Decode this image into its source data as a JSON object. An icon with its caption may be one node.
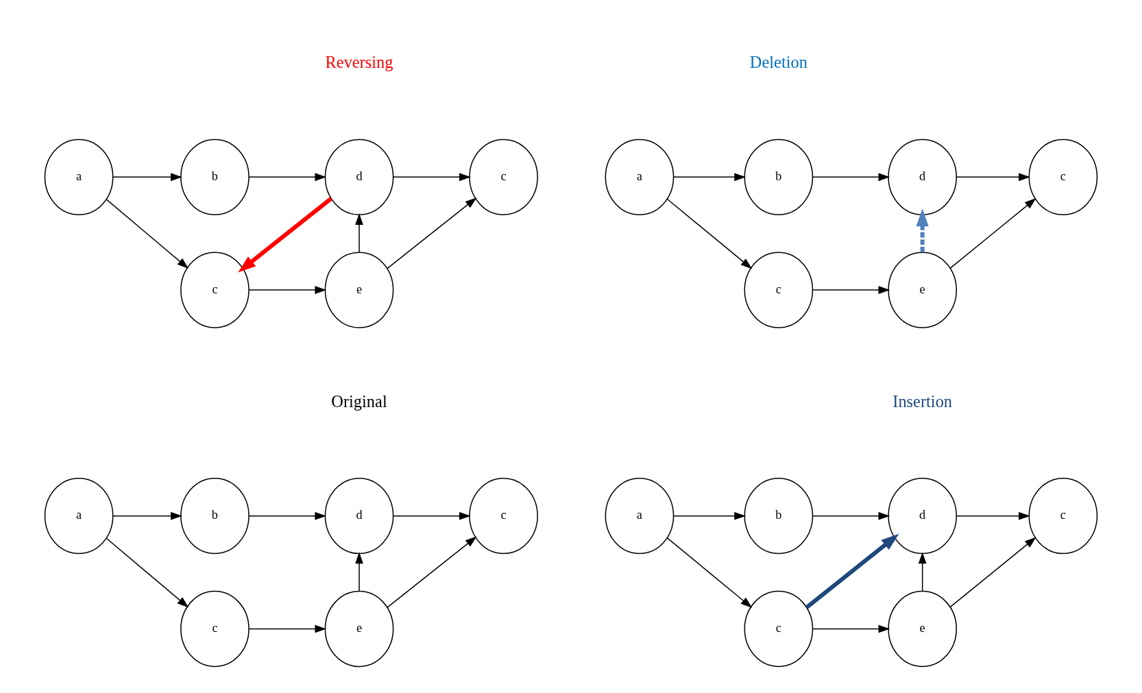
{
  "diagram": {
    "nodes": [
      {
        "text": [
          "b"
        ]
      },
      {
        "text": [
          "d"
        ]
      },
      {
        "text": [
          "a"
        ]
      },
      {
        "text": [
          "c"
        ]
      },
      {
        "text": [
          "c"
        ]
      },
      {
        "text": [
          "e"
        ]
      },
      {
        "text": [
          "b"
        ]
      },
      {
        "text": [
          "d"
        ]
      },
      {
        "text": [
          "a"
        ]
      },
      {
        "text": [
          "c"
        ]
      },
      {
        "text": [
          "c"
        ]
      },
      {
        "text": [
          "e"
        ]
      },
      {
        "text": [
          "b"
        ]
      },
      {
        "text": [
          "d"
        ]
      },
      {
        "text": [
          "a"
        ]
      },
      {
        "text": [
          "c"
        ]
      },
      {
        "text": [
          "c"
        ]
      },
      {
        "text": [
          "e"
        ]
      },
      {
        "text": [
          "b"
        ]
      },
      {
        "text": [
          "d"
        ]
      },
      {
        "text": [
          "a"
        ]
      },
      {
        "text": [
          "c"
        ]
      },
      {
        "text": [
          "c"
        ]
      },
      {
        "text": [
          "e"
        ]
      }
    ],
    "edges": [
      {
        "from": 2,
        "to": 0,
        "arrow": "to"
      },
      {
        "from": 0,
        "to": 1,
        "arrow": "to"
      },
      {
        "from": 1,
        "to": 3,
        "arrow": "to"
      },
      {
        "from": 2,
        "to": 4,
        "arrow": "to"
      },
      {
        "from": 4,
        "to": 5,
        "arrow": "to"
      },
      {
        "from": 5,
        "to": 1,
        "arrow": "to"
      },
      {
        "from": 5,
        "to": 3,
        "arrow": "to"
      },
      {
        "from": 8,
        "to": 6,
        "arrow": "to"
      },
      {
        "from": 6,
        "to": 7,
        "arrow": "to"
      },
      {
        "from": 7,
        "to": 9,
        "arrow": "to"
      },
      {
        "from": 8,
        "to": 10,
        "arrow": "to"
      },
      {
        "from": 10,
        "to": 11,
        "arrow": "to"
      },
      {
        "from": 11,
        "to": 7,
        "arrow": "to"
      },
      {
        "from": 11,
        "to": 9,
        "arrow": "to"
      },
      {
        "from": 10,
        "to": 7,
        "arrow": "to",
        "style": "thick",
        "color": "#1f497d"
      },
      {
        "from": 14,
        "to": 12,
        "arrow": "to"
      },
      {
        "from": 12,
        "to": 13,
        "arrow": "to"
      },
      {
        "from": 13,
        "to": 15,
        "arrow": "to"
      },
      {
        "from": 14,
        "to": 16,
        "arrow": "to"
      },
      {
        "from": 16,
        "to": 17,
        "arrow": "to"
      },
      {
        "from": 17,
        "to": 13,
        "arrow": "to"
      },
      {
        "from": 17,
        "to": 15,
        "arrow": "to"
      },
      {
        "from": 13,
        "to": 16,
        "arrow": "to",
        "style": "thick",
        "color": "#ff0000"
      },
      {
        "from": 20,
        "to": 18,
        "arrow": "to"
      },
      {
        "from": 18,
        "to": 19,
        "arrow": "to"
      },
      {
        "from": 19,
        "to": 21,
        "arrow": "to"
      },
      {
        "from": 20,
        "to": 22,
        "arrow": "to"
      },
      {
        "from": 22,
        "to": 23,
        "arrow": "to"
      },
      {
        "from": 23,
        "to": 21,
        "arrow": "to"
      },
      {
        "from": 23,
        "to": 19,
        "arrow": "to",
        "style": "dashed",
        "color": "#4f81bd"
      }
    ],
    "labels": [
      "Original",
      "Insertion",
      "Reversing",
      "Deletion"
    ]
  }
}
